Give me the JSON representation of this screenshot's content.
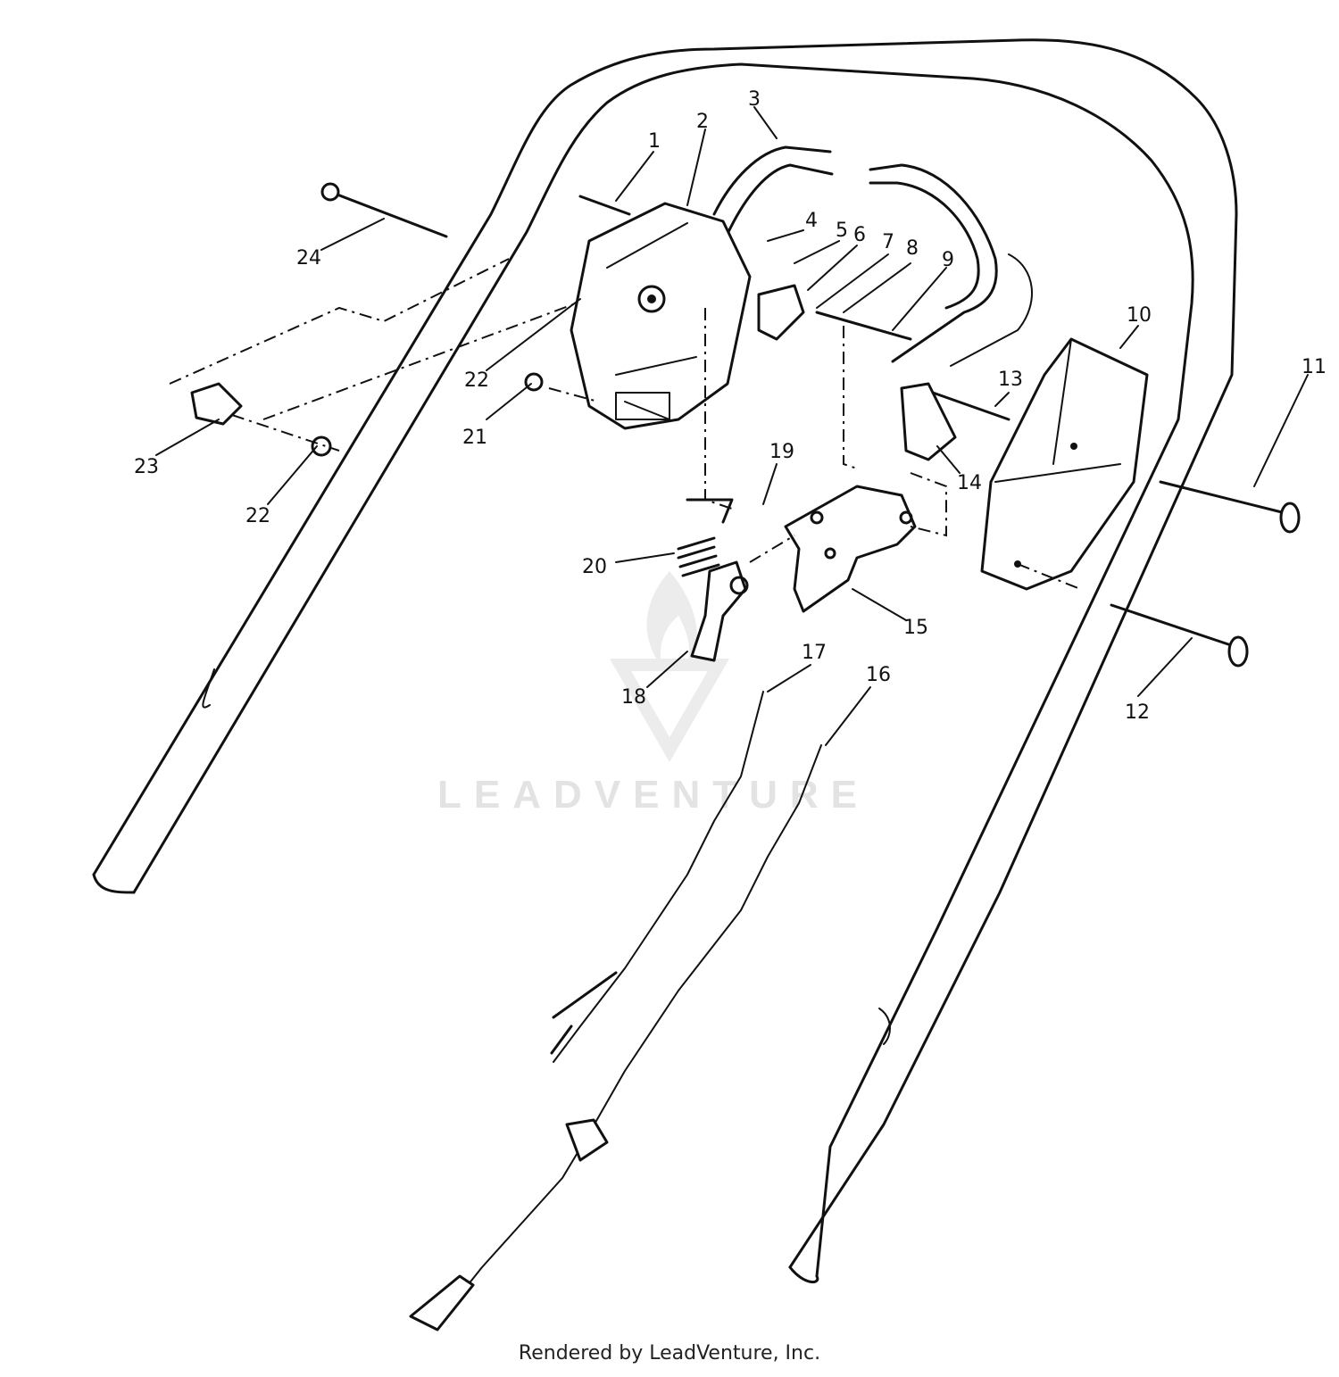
{
  "diagram": {
    "callouts": [
      "1",
      "2",
      "3",
      "4",
      "5",
      "6",
      "7",
      "8",
      "9",
      "10",
      "11",
      "12",
      "13",
      "14",
      "15",
      "16",
      "17",
      "18",
      "19",
      "20",
      "21",
      "22",
      "22",
      "23",
      "24"
    ]
  },
  "watermark": {
    "text": "LEADVENTURE"
  },
  "footer": {
    "text": "Rendered by LeadVenture, Inc."
  }
}
